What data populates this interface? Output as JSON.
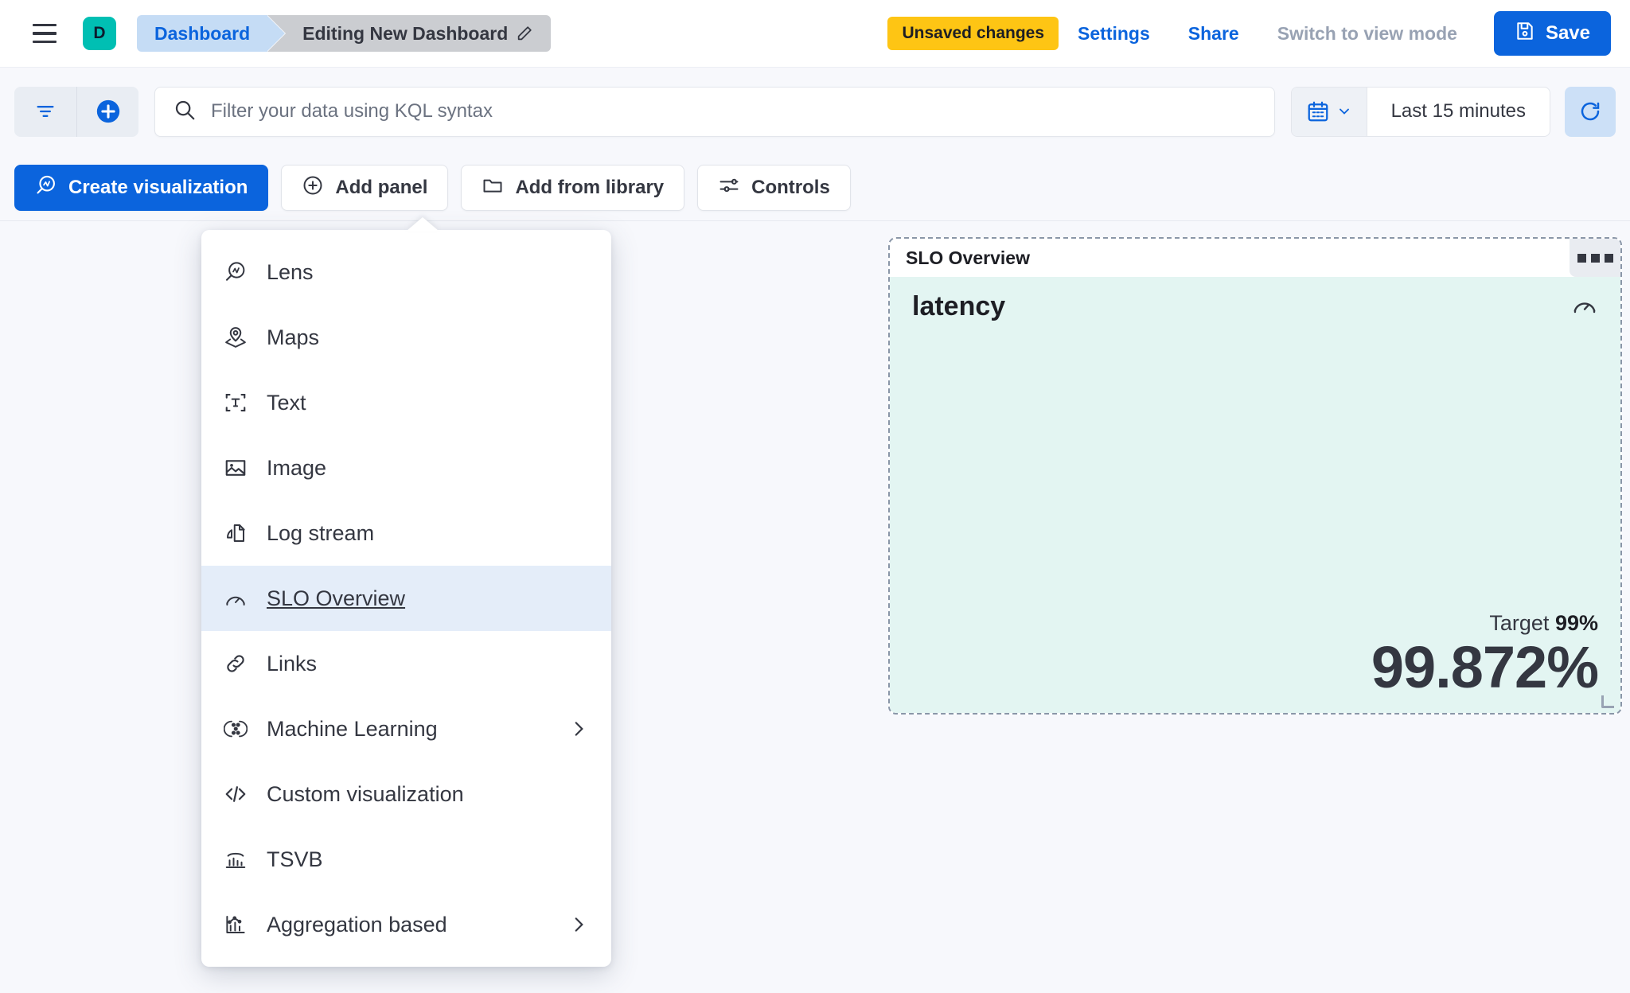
{
  "chrome": {
    "menu_icon": "hamburger-icon",
    "space_avatar_label": "D",
    "breadcrumbs": [
      {
        "label": "Dashboard",
        "state": "link"
      },
      {
        "label": "Editing New Dashboard",
        "state": "current",
        "icon": "pencil-icon"
      }
    ],
    "unsaved_badge": "Unsaved changes",
    "settings_label": "Settings",
    "share_label": "Share",
    "view_mode_label": "Switch to view mode",
    "save_label": "Save",
    "save_icon": "save-disk-icon",
    "accent_color": "#0b64dd",
    "warning_color": "#fec514",
    "space_color": "#00bfb3"
  },
  "querybar": {
    "filter_icon": "filter-lines-icon",
    "add_filter_icon": "plus-circle-icon",
    "search_icon": "search-icon",
    "search_value": "",
    "search_placeholder": "Filter your data using KQL syntax",
    "calendar_icon": "calendar-icon",
    "calendar_chevron_icon": "chevron-down-icon",
    "date_range": "Last 15 minutes",
    "refresh_icon": "refresh-icon"
  },
  "toolbar": {
    "create_visualization": "Create visualization",
    "create_visualization_icon": "lens-icon",
    "add_panel": "Add panel",
    "add_panel_icon": "plus-circle-icon",
    "add_from_library": "Add from library",
    "add_from_library_icon": "folder-icon",
    "controls": "Controls",
    "controls_icon": "controls-sliders-icon"
  },
  "add_panel_menu": {
    "items": [
      {
        "label": "Lens",
        "icon": "lens-icon",
        "active": false,
        "submenu": false
      },
      {
        "label": "Maps",
        "icon": "map-marker-icon",
        "active": false,
        "submenu": false
      },
      {
        "label": "Text",
        "icon": "text-box-icon",
        "active": false,
        "submenu": false
      },
      {
        "label": "Image",
        "icon": "image-icon",
        "active": false,
        "submenu": false
      },
      {
        "label": "Log stream",
        "icon": "log-stream-icon",
        "active": false,
        "submenu": false
      },
      {
        "label": "SLO Overview",
        "icon": "gauge-icon",
        "active": true,
        "submenu": false
      },
      {
        "label": "Links",
        "icon": "link-chain-icon",
        "active": false,
        "submenu": false
      },
      {
        "label": "Machine Learning",
        "icon": "machine-learning-icon",
        "active": false,
        "submenu": true
      },
      {
        "label": "Custom visualization",
        "icon": "code-brackets-icon",
        "active": false,
        "submenu": false
      },
      {
        "label": "TSVB",
        "icon": "tsvb-bars-icon",
        "active": false,
        "submenu": false
      },
      {
        "label": "Aggregation based",
        "icon": "aggregation-chart-icon",
        "active": false,
        "submenu": true
      }
    ]
  },
  "slo_panel": {
    "header_title": "SLO Overview",
    "context_menu_icon": "three-dots-icon",
    "slo_name": "latency",
    "gauge_icon": "gauge-icon",
    "target_label": "Target",
    "target_value": "99%",
    "sli_value": "99.872%",
    "panel_bg_color": "#e3f5f2",
    "resize_handle_icon": "resize-corner-icon"
  }
}
